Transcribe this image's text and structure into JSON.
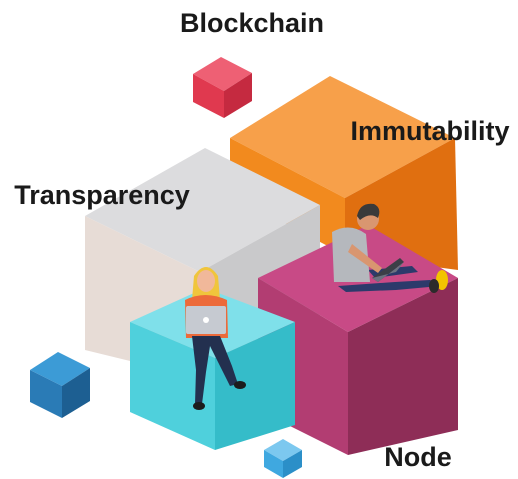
{
  "labels": {
    "blockchain": "Blockchain",
    "immutability": "Immutability",
    "transparency": "Transparency",
    "node": "Node"
  },
  "colors": {
    "text": "#1a1a1a",
    "orange_top": "#f7a04a",
    "orange_front": "#f28a1e",
    "orange_side": "#e06f10",
    "gray_top": "#dcdcde",
    "gray_front": "#e7dcd6",
    "gray_side": "#c9c9cb",
    "magenta_top": "#c84a86",
    "magenta_front": "#b23d72",
    "magenta_side": "#8e2d57",
    "cyan_top": "#7fe0ea",
    "cyan_front": "#4fd0dc",
    "cyan_side": "#35bcc9",
    "red_cube": "#e0394f",
    "blue_cube": "#2a7bb6",
    "light_blue_cube": "#3fa8e0"
  }
}
